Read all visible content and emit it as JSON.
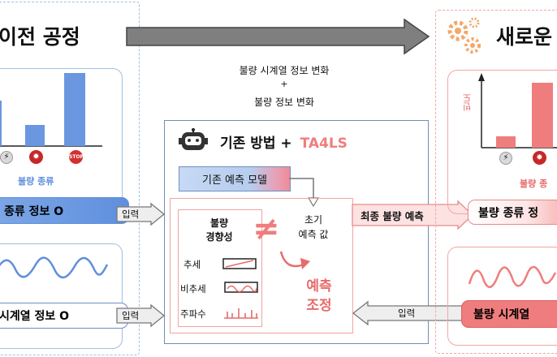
{
  "left_panel": {
    "title": "이전 공정",
    "chart_caption": "불량 종류",
    "defect_info_label": "종류 정보 O",
    "series_info_label": "시계열 정보 O"
  },
  "right_panel": {
    "title": "새로운",
    "y_axis_label": "빈도",
    "chart_caption": "불량 종",
    "defect_type_label": "불량 종류 정",
    "series_label": "불량 시계열"
  },
  "top_arrow": {
    "line1": "불량 시계열 정보 변화",
    "plus": "+",
    "line2": "불량 정보 변화"
  },
  "center": {
    "heading": "기존 방법 +",
    "heading_accent": "TA4LS",
    "model_label": "기존 예측 모델",
    "trend_title_1": "불량",
    "trend_title_2": "경향성",
    "trend_items": [
      "추세",
      "비추세",
      "주파수"
    ],
    "not_equal": "≠",
    "initial_1": "초기",
    "initial_2": "예측 값",
    "adjust_1": "예측",
    "adjust_2": "조정"
  },
  "flows": {
    "input_top": "입력",
    "input_bottom": "입력",
    "input_right": "입력",
    "final_prediction": "최종 불량 예측"
  },
  "icons": [
    "bolt-icon",
    "fire-icon",
    "stop-icon",
    "robot-icon",
    "gear-icon"
  ],
  "colors": {
    "blue": "#6a97e0",
    "red": "#f07d7d",
    "accent": "#e86a6a"
  }
}
